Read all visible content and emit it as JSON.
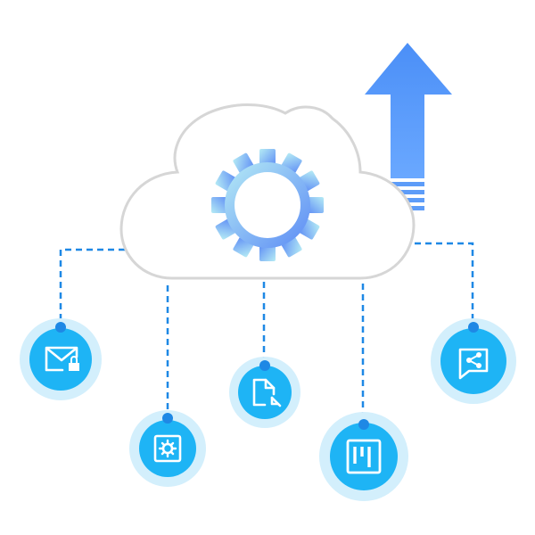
{
  "diagram": {
    "hub": {
      "icon": "cloud-icon",
      "center_icon": "gear-icon"
    },
    "upload_indicator": {
      "icon": "upload-arrow-icon"
    },
    "nodes": [
      {
        "id": "mail-lock",
        "icon": "mail-lock-icon"
      },
      {
        "id": "safe",
        "icon": "safe-settings-icon"
      },
      {
        "id": "file-cursor",
        "icon": "file-cursor-icon"
      },
      {
        "id": "board",
        "icon": "kanban-board-icon"
      },
      {
        "id": "share",
        "icon": "share-chat-icon"
      }
    ]
  },
  "colors": {
    "accent": "#2196f3",
    "node_fill": "#1eb4f5",
    "node_halo": "#d3effc",
    "connector": "#1e88e5",
    "cloud_stroke": "#d6d6d6",
    "arrow_light": "#7db8ff",
    "arrow_dark": "#4b8ff7",
    "gear_start": "#b6ecf5",
    "gear_end": "#5b8af5"
  }
}
